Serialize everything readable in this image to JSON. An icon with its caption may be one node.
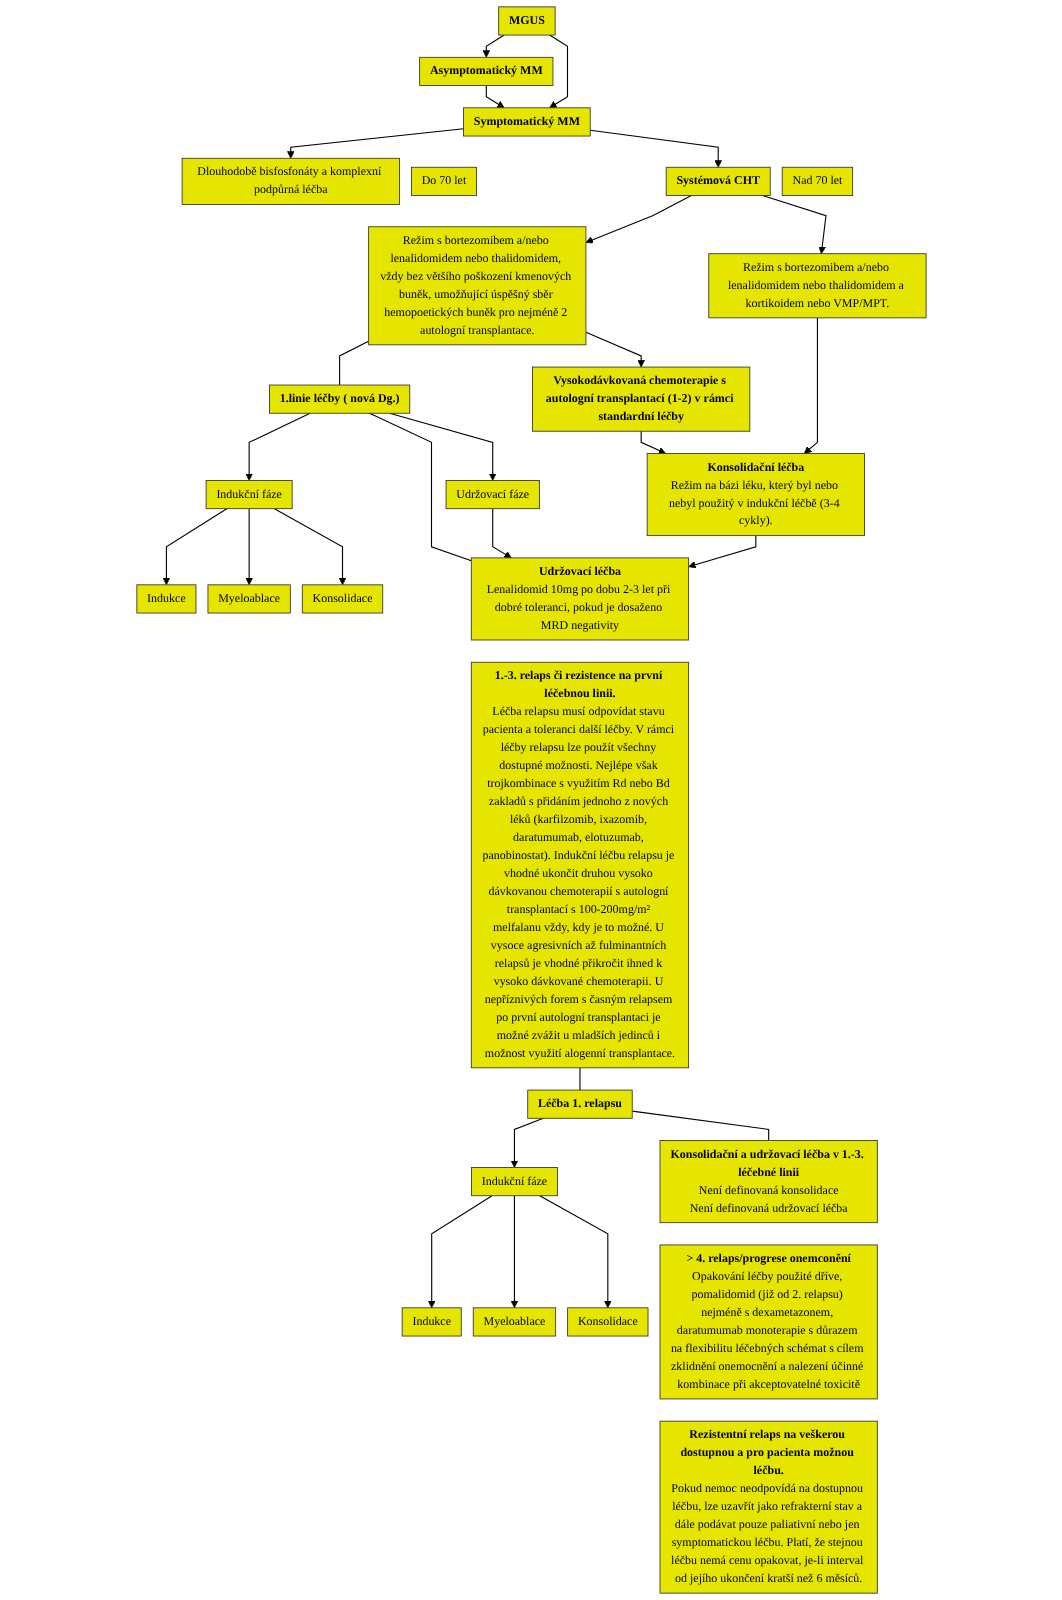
{
  "diagram": {
    "nodes": [
      {
        "text": [
          "MGUS"
        ]
      },
      {
        "text": [
          "Asymptomatický MM"
        ]
      },
      {
        "text": [
          "Symptomatický MM"
        ]
      },
      {
        "text": [
          "Dlouhodobě bisfosfonáty a komplexní podpůrná léčba"
        ]
      },
      {
        "text": [
          "Nad 70 let"
        ]
      },
      {
        "text": [
          "Systémová CHT"
        ]
      },
      {
        "text": [
          "Do 70 let"
        ]
      },
      {
        "text": [
          "Režim s bortezomibem a/nebo lenalidomidem nebo thalidomidem a kortikoidem nebo VMP/MPT."
        ]
      },
      {
        "text": [
          "Režim s bortezomibem a/nebo lenalidomidem nebo thalidomidem, vždy bez většího poškození kmenových buněk, umožňující úspěšný sběr hemopoetických buněk pro nejméně 2 autologní transplantace."
        ]
      },
      {
        "text": [
          "Indukce"
        ]
      },
      {
        "text": [
          "Indukční fáze"
        ]
      },
      {
        "text": [
          "1.linie léčby ( nová Dg.)"
        ]
      },
      {
        "text": [
          "Vysokodávkovaná chemoterapie s autologní transplantací (1-2) v rámci standardní léčby"
        ]
      },
      {
        "text": [
          "Myeloablace"
        ]
      },
      {
        "text": [
          "Konsolidační léčba",
          "Režim na bázi léku, který byl nebo nebyl použitý v indukční léčbě (3-4 cykly)."
        ]
      },
      {
        "text": [
          "Konsolidace"
        ]
      },
      {
        "text": [
          "Udržovací fáze"
        ]
      },
      {
        "text": [
          "Udržovací léčba",
          "Lenalidomid 10mg po dobu 2-3 let při dobré toleranci, pokud je dosaženo MRD negativity"
        ]
      },
      {
        "text": [
          "1.-3. relaps či rezistence na první léčebnou linii.",
          "Léčba relapsu musí odpovídat stavu pacienta a toleranci další léčby. V rámci léčby relapsu lze použít všechny dostupné možnosti. Nejlépe však trojkombinace s využitím Rd nebo Bd zakladů s přidáním jednoho z nových léků (karfilzomib, ixazomib, daratumumab, elotuzumab, panobinostat). Indukční léčbu relapsu je vhodné ukončit druhou vysoko dávkovanou chemoterapií s autologní transplantací s 100-200mg/m² melfalanu vždy, kdy je to možné. U vysoce agresivních až fulminantních relapsů je vhodné přikročit ihned k vysoko dávkované chemoterapii. U nepříznivých forem s časným relapsem po první autologní transplantaci je možné zvážit u mladších jedinců i možnost využití alogenní transplantace."
        ]
      },
      {
        "text": [
          "Indukce"
        ]
      },
      {
        "text": [
          "Indukční fáze"
        ]
      },
      {
        "text": [
          "Léčba 1. relapsu"
        ]
      },
      {
        "text": [
          "Myeloablace"
        ]
      },
      {
        "text": [
          "Konsolidační a udržovací léčba v 1.-3. léčebné linii",
          "Není definovaná konsolidace",
          "Není definovaná udržovací léčba"
        ]
      },
      {
        "text": [
          "Konsolidace"
        ]
      },
      {
        "text": [
          "> 4. relaps/progrese onemconění",
          "Opakování léčby použité dříve, pomalidomid (již od 2. relapsu) nejméně s dexametazonem, daratumumab monoterapie s důrazem na flexibilitu léčebných schémat s cílem zklidnění onemocnění a nalezení účinné kombinace při akceptovatelné toxicitě"
        ]
      },
      {
        "text": [
          "Rezistentní relaps na veškerou dostupnou a pro pacienta možnou léčbu.",
          "Pokud nemoc neodpovídá na dostupnou léčbu, lze uzavřít jako refrakterní stav a dále podávat pouze paliativní nebo jen symptomatickou léčbu. Platí, že stejnou léčbu nemá cenu opakovat, je-li interval od jejího ukončení kratší než 6 měsíců."
        ]
      }
    ],
    "edges": [
      {
        "from": 0,
        "to": 1,
        "arrow": "to"
      },
      {
        "from": 0,
        "to": 2,
        "arrow": "to"
      },
      {
        "from": 1,
        "to": 2,
        "arrow": "to"
      },
      {
        "from": 2,
        "to": 3,
        "arrow": "to"
      },
      {
        "from": 2,
        "to": 5,
        "arrow": "to"
      },
      {
        "from": 5,
        "to": 7,
        "arrow": "to"
      },
      {
        "from": 5,
        "to": 8,
        "arrow": "to"
      },
      {
        "from": 8,
        "to": 11,
        "arrow": "none"
      },
      {
        "from": 10,
        "to": 9,
        "arrow": "to"
      },
      {
        "from": 11,
        "to": 10,
        "arrow": "to"
      },
      {
        "from": 8,
        "to": 12,
        "arrow": "to"
      },
      {
        "from": 10,
        "to": 13,
        "arrow": "to"
      },
      {
        "from": 7,
        "to": 14,
        "arrow": "to"
      },
      {
        "from": 12,
        "to": 14,
        "arrow": "to"
      },
      {
        "from": 10,
        "to": 15,
        "arrow": "to"
      },
      {
        "from": 14,
        "to": 17,
        "arrow": "to"
      },
      {
        "from": 11,
        "to": 16,
        "arrow": "to"
      },
      {
        "from": 16,
        "to": 17,
        "arrow": "to"
      },
      {
        "from": 11,
        "to": 17,
        "arrow": "none"
      },
      {
        "from": 18,
        "to": 21,
        "arrow": "none"
      },
      {
        "from": 20,
        "to": 19,
        "arrow": "to"
      },
      {
        "from": 21,
        "to": 20,
        "arrow": "to"
      },
      {
        "from": 20,
        "to": 22,
        "arrow": "to"
      },
      {
        "from": 20,
        "to": 24,
        "arrow": "to"
      },
      {
        "from": 21,
        "to": 23,
        "arrow": "none"
      }
    ]
  }
}
